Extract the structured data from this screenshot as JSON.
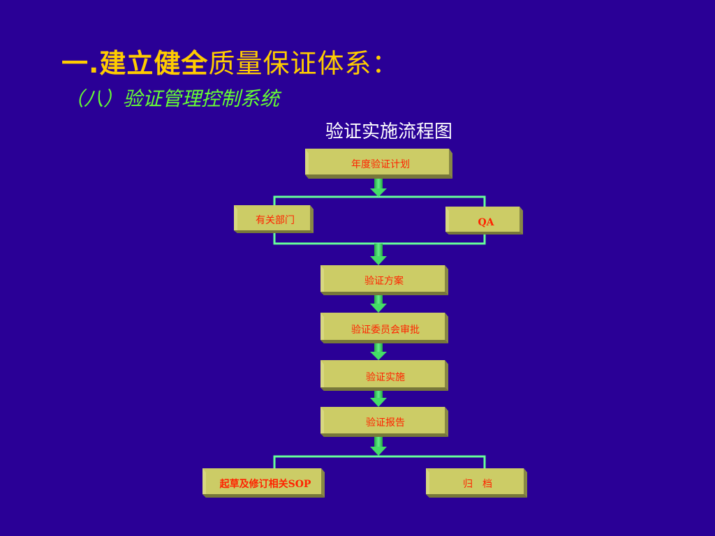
{
  "heading": {
    "bold_part": "一.建立健全",
    "rest_part": "质量保证体系："
  },
  "subheading": "（八）验证管理控制系统",
  "flowchart": {
    "title": "验证实施流程图",
    "nodes": {
      "annual_plan": "年度验证计划",
      "related_dept": "有关部门",
      "qa": "QA",
      "protocol": "验证方案",
      "committee_approval": "验证委员会审批",
      "implementation": "验证实施",
      "report": "验证报告",
      "draft_sop": "起草及修订相关SOP",
      "archive": "归　档"
    }
  },
  "colors": {
    "background": "#2a0096",
    "heading": "#ffcc00",
    "subheading": "#66ff33",
    "box_face": "#cccc66",
    "box_label": "#ff2200",
    "connector": "#66ff99",
    "arrow": "#33cc66"
  }
}
